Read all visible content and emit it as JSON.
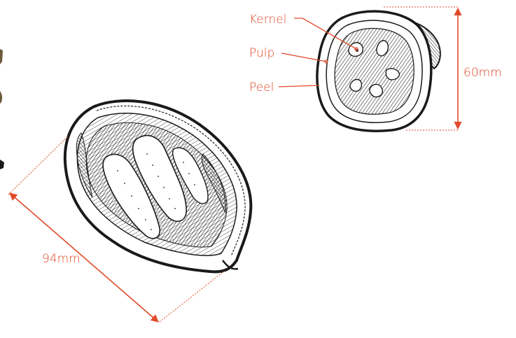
{
  "labels": {
    "kernel": "Kernel",
    "pulp": "Pulp",
    "peel": "Peel"
  },
  "dimensions": {
    "height": "60mm",
    "length": "94mm"
  },
  "colors": {
    "annotation": "#e04a2a",
    "ink": "#1a1a1a",
    "paper": "#ffffff"
  }
}
